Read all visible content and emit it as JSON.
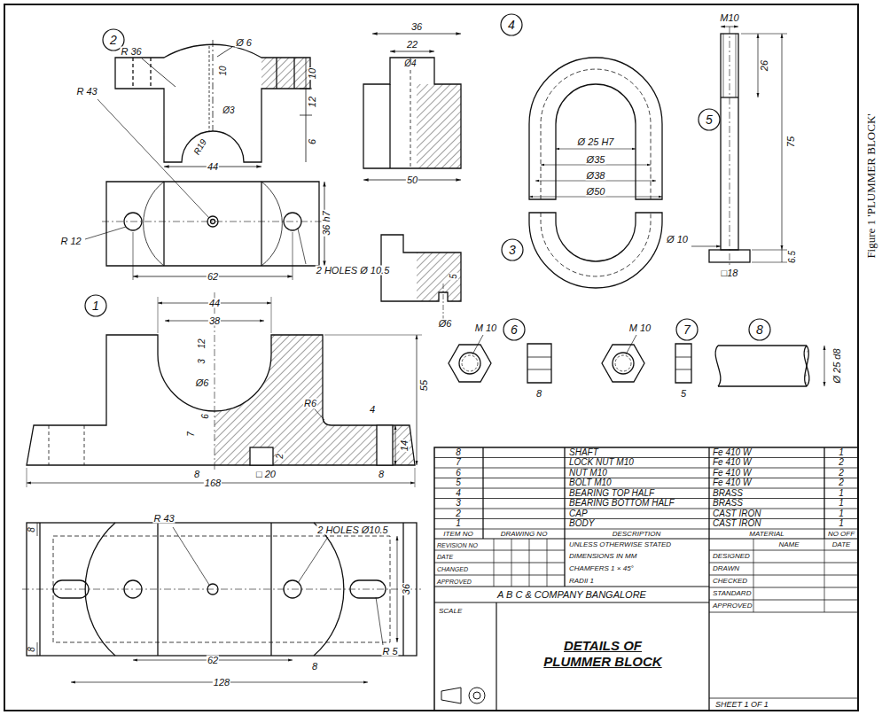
{
  "diagram": {
    "title": "DETAILS OF PLUMMER BLOCK",
    "caption": "Figure 1 'PLUMMER BLOCK'",
    "nodes": [
      {
        "text": [
          "2"
        ]
      },
      {
        "text": [
          "4"
        ]
      },
      {
        "text": [
          "5"
        ]
      },
      {
        "text": [
          "3"
        ]
      },
      {
        "text": [
          "1"
        ]
      },
      {
        "text": [
          "6"
        ]
      },
      {
        "text": [
          "7"
        ]
      },
      {
        "text": [
          "8"
        ]
      }
    ],
    "labels": [
      "R 36",
      "Ø 6",
      "10",
      "Ø3",
      "R19",
      "10",
      "12",
      "6",
      "44",
      "R 43",
      "R 12",
      "36 h7",
      "62",
      "2 HOLES Ø 10.5",
      "36",
      "22",
      "Ø4",
      "50",
      "5",
      "Ø6",
      "Ø 25 H7",
      "Ø35",
      "Ø38",
      "Ø50",
      "M10",
      "26",
      "75",
      "Ø 10",
      "□18",
      "6.5",
      "Ø 25 d8",
      "M 10",
      "8",
      "M 10",
      "5",
      "44",
      "38",
      "12",
      "3",
      "Ø6",
      "6",
      "7",
      "8",
      "□ 20",
      "2",
      "R6",
      "4",
      "14",
      "55",
      "8",
      "168",
      "R 43",
      "8",
      "2 HOLES Ø10.5",
      "36",
      "8",
      "62",
      "8",
      "R 5",
      "128",
      "8",
      "SHAFT",
      "Fe 410 W",
      "1",
      "7",
      "LOCK NUT M10",
      "Fe 410 W",
      "2",
      "6",
      "NUT M10",
      "Fe 410 W",
      "2",
      "5",
      "BOLT M10",
      "Fe 410 W",
      "2",
      "4",
      "BEARING TOP HALF",
      "BRASS",
      "1",
      "3",
      "BEARING BOTTOM HALF",
      "BRASS",
      "1",
      "2",
      "CAP",
      "CAST IRON",
      "1",
      "1",
      "BODY",
      "CAST IRON",
      "1",
      "ITEM NO",
      "DRAWING NO",
      "DESCRIPTION",
      "MATERIAL",
      "NO OFF",
      "REVISION NO",
      "DATE",
      "CHANGED",
      "APPROVED",
      "UNLESS OTHERWISE STATED",
      "DIMENSIONS IN MM",
      "CHAMFERS 1 × 45°",
      "RADII 1",
      "NAME",
      "DATE",
      "DESIGNED",
      "DRAWN",
      "CHECKED",
      "STANDARD",
      "APPROVED",
      "A B C & COMPANY BANGALORE",
      "SCALE",
      "SHEET 1 OF 1"
    ]
  }
}
